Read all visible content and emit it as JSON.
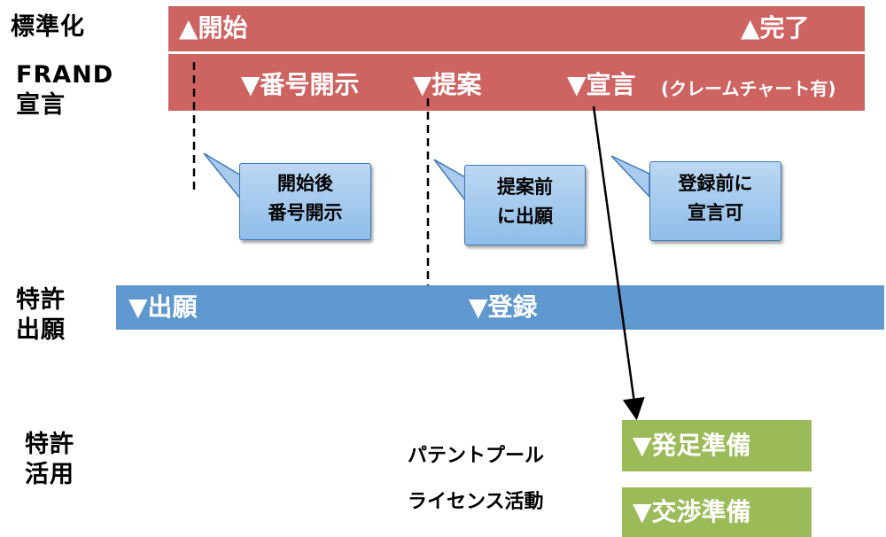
{
  "rows": {
    "standardization": "標準化",
    "frand_line1": "FRAND",
    "frand_line2": "宣言",
    "patent_app_line1": "特許",
    "patent_app_line2": "出願",
    "patent_use_line1": "特許",
    "patent_use_line2": "活用"
  },
  "standardization_bar": {
    "start": "▲開始",
    "end": "▲完了",
    "color": "#cd6462"
  },
  "frand_bar": {
    "disclosure": "▼番号開示",
    "proposal": "▼提案",
    "declaration": "▼宣言",
    "declaration_note": "(クレームチャート有)",
    "color": "#cd6462"
  },
  "callouts": {
    "c1_line1": "開始後",
    "c1_line2": "番号開示",
    "c2_line1": "提案前",
    "c2_line2": "に出願",
    "c3_line1": "登録前に",
    "c3_line2": "宣言可"
  },
  "patent_bar": {
    "filing": "▼出願",
    "registration": "▼登録",
    "color": "#5f97cf"
  },
  "utilization": {
    "patent_pool": "パテントプール",
    "licensing": "ライセンス活動",
    "launch_prep": "▼発足準備",
    "negotiation_prep": "▼交渉準備",
    "color": "#9bbb59"
  }
}
